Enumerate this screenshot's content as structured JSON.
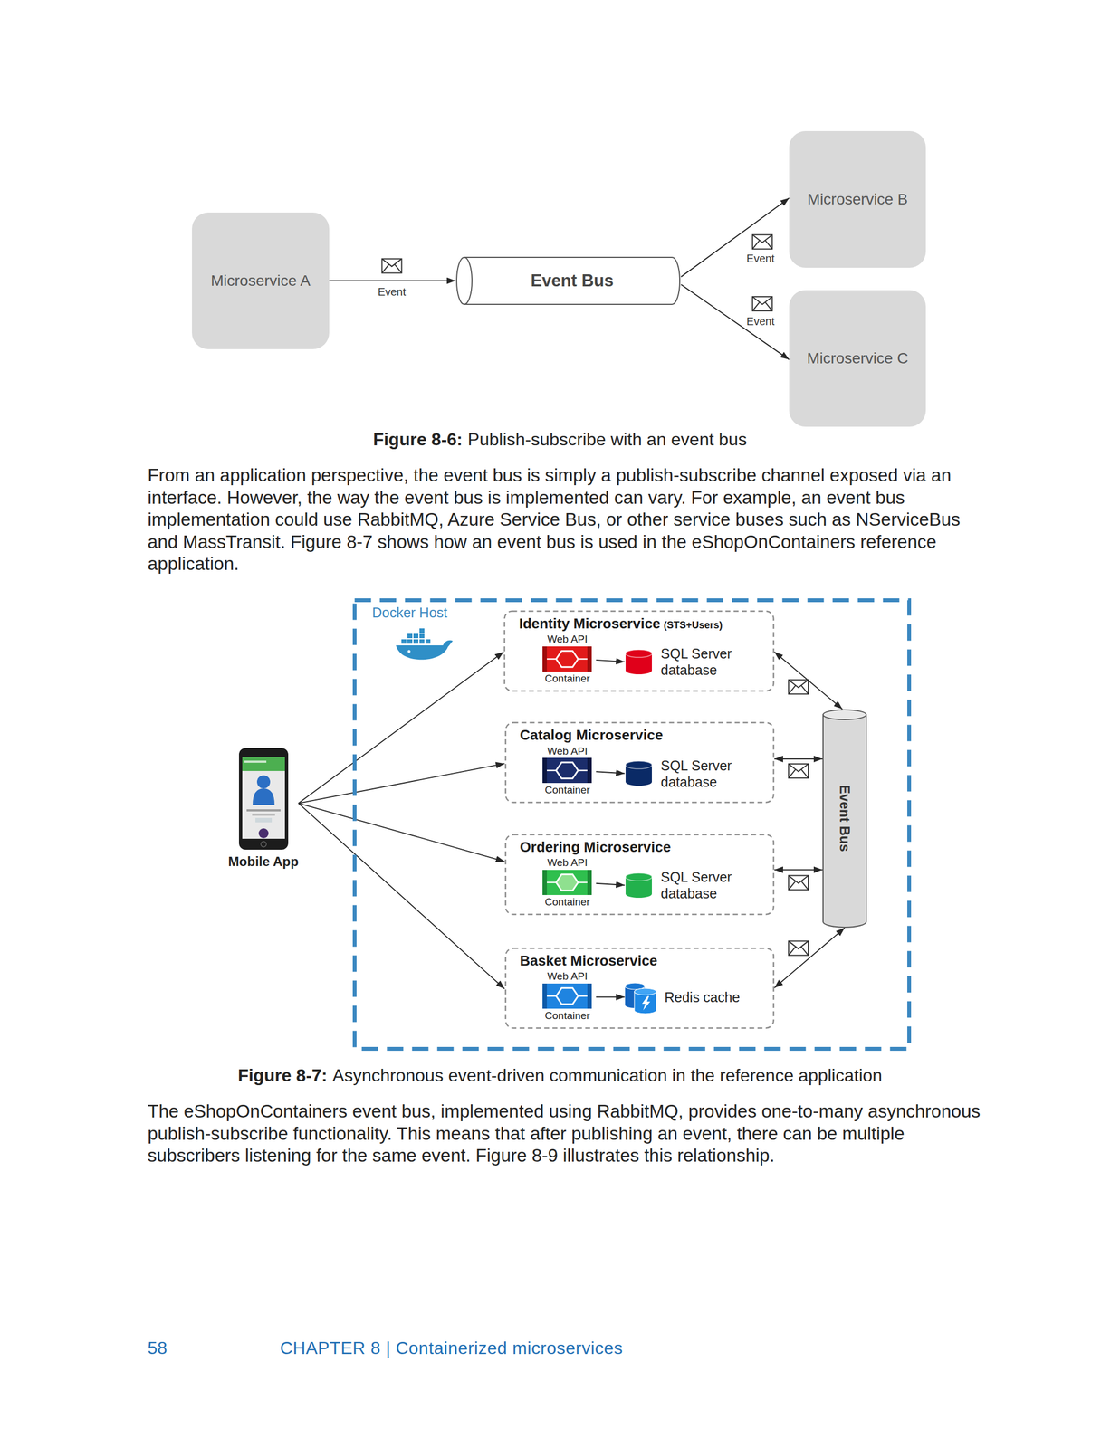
{
  "diagram": {
    "nodes": [
      {
        "text": [
          "Microservice A"
        ]
      },
      {
        "text": [
          "Event Bus"
        ]
      },
      {
        "text": [
          "Microservice B"
        ]
      },
      {
        "text": [
          "Microservice C"
        ]
      },
      {
        "text": [
          "Mobile App"
        ]
      },
      {
        "text": [
          "Docker Host"
        ]
      },
      {
        "text": [
          "Identity Microservice",
          "(STS+Users)"
        ],
        "in": 5
      },
      {
        "text": [
          "Web API",
          "Container"
        ],
        "in": 6
      },
      {
        "text": [
          "SQL Server database"
        ],
        "in": 6
      },
      {
        "text": [
          "Catalog Microservice"
        ],
        "in": 5
      },
      {
        "text": [
          "Web API",
          "Container"
        ],
        "in": 9
      },
      {
        "text": [
          "SQL Server database"
        ],
        "in": 9
      },
      {
        "text": [
          "Ordering Microservice"
        ],
        "in": 5
      },
      {
        "text": [
          "Web API",
          "Container"
        ],
        "in": 12
      },
      {
        "text": [
          "SQL Server database"
        ],
        "in": 12
      },
      {
        "text": [
          "Basket Microservice"
        ],
        "in": 5
      },
      {
        "text": [
          "Web API",
          "Container"
        ],
        "in": 15
      },
      {
        "text": [
          "Redis cache"
        ],
        "in": 15
      },
      {
        "text": [
          "Event Bus"
        ],
        "in": 5
      }
    ],
    "edges": [
      {
        "from": 0,
        "to": 1,
        "arrow": "to",
        "label": "Event"
      },
      {
        "from": 1,
        "to": 2,
        "arrow": "to",
        "label": "Event"
      },
      {
        "from": 1,
        "to": 3,
        "arrow": "to",
        "label": "Event"
      },
      {
        "from": 4,
        "to": 6,
        "arrow": "to"
      },
      {
        "from": 4,
        "to": 9,
        "arrow": "to"
      },
      {
        "from": 4,
        "to": 12,
        "arrow": "to"
      },
      {
        "from": 4,
        "to": 15,
        "arrow": "to"
      },
      {
        "from": 7,
        "to": 8,
        "arrow": "to"
      },
      {
        "from": 10,
        "to": 11,
        "arrow": "to"
      },
      {
        "from": 13,
        "to": 14,
        "arrow": "to"
      },
      {
        "from": 16,
        "to": 17,
        "arrow": "to"
      },
      {
        "from": 6,
        "to": 18,
        "arrow": "both"
      },
      {
        "from": 9,
        "to": 18,
        "arrow": "both"
      },
      {
        "from": 12,
        "to": 18,
        "arrow": "both"
      },
      {
        "from": 15,
        "to": 18,
        "arrow": "both"
      }
    ],
    "labels": [
      "Figure 8-6:",
      "Publish-subscribe with an event bus",
      "From an application perspective, the event bus is simply a publish-subscribe channel exposed via an interface. However, the way the event bus is implemented can vary. For example, an event bus implementation could use RabbitMQ, Azure Service Bus, or other service buses such as NServiceBus and MassTransit. Figure 8-7 shows how an event bus is used in the eShopOnContainers reference application.",
      "Figure 8-7:",
      "Asynchronous event-driven communication in the reference application",
      "The eShopOnContainers event bus, implemented using RabbitMQ, provides one-to-many asynchronous publish-subscribe functionality. This means that after publishing an event, there can be multiple subscribers listening for the same event. Figure 8-9 illustrates this relationship.",
      "58",
      "CHAPTER 8 | Containerized microservices"
    ]
  }
}
